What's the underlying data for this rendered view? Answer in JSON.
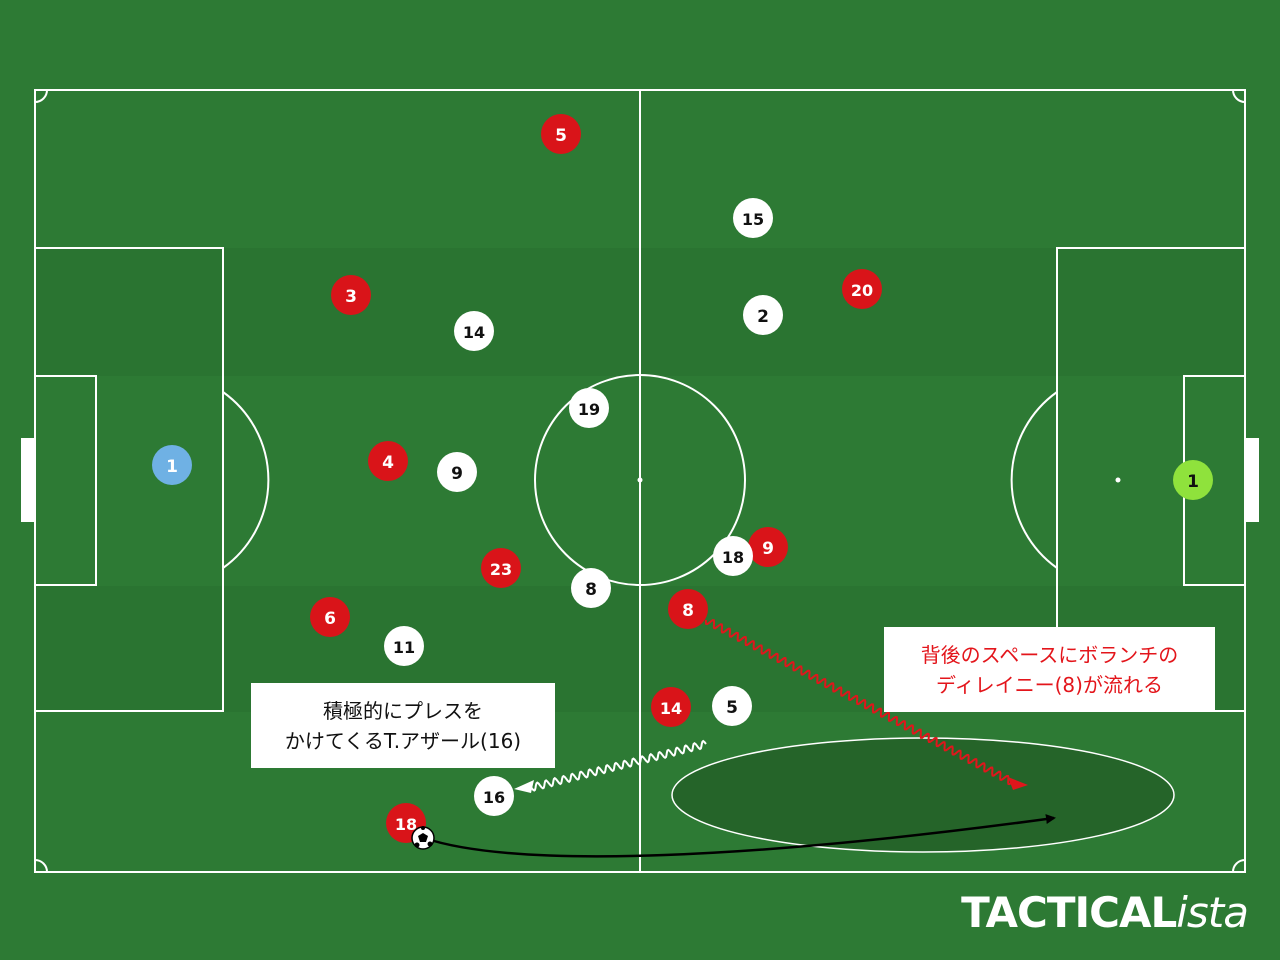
{
  "colors": {
    "pitch": "#2d7a34",
    "pitch_dark": "#276d2e",
    "lines": "#ffffff",
    "team_red": "#d91419",
    "team_white": "#ffffff",
    "gk_left": "#6fb1e4",
    "gk_right": "#8fe23c",
    "run_arrow_red": "#e0161c",
    "note_red": "#e3151b"
  },
  "players": {
    "red": [
      "5",
      "3",
      "4",
      "23",
      "6",
      "20",
      "9",
      "8",
      "14",
      "18"
    ],
    "white": [
      "15",
      "14",
      "2",
      "19",
      "9",
      "18",
      "8",
      "11",
      "5",
      "16"
    ],
    "gk_left": "1",
    "gk_right": "1"
  },
  "annotations": {
    "pressing_note": {
      "line1": "積極的にプレスを",
      "line2": "かけてくるT.アザール(16)"
    },
    "space_note": {
      "line1": "背後のスペースにボランチの",
      "line2": "ディレイニー(8)が流れる"
    }
  },
  "branding": {
    "main": "TACTICAL",
    "suffix": "ista"
  }
}
